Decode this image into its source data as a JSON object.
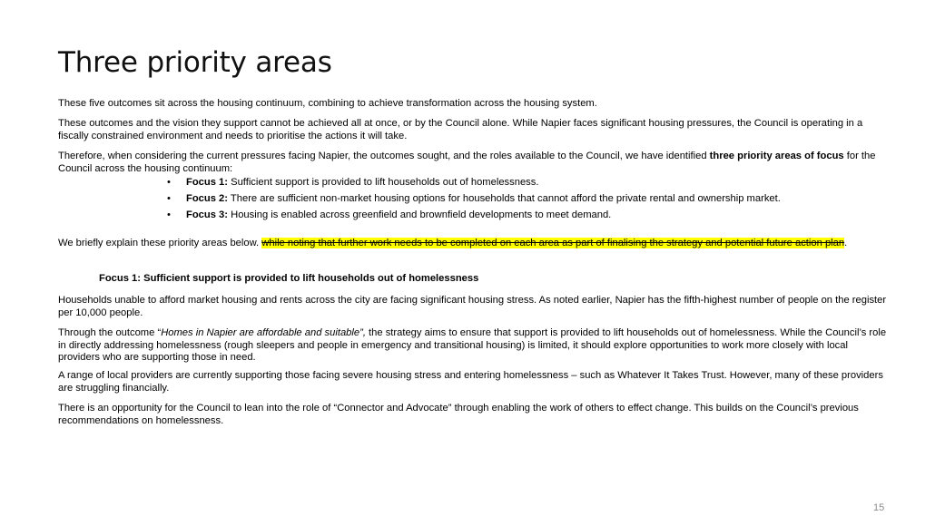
{
  "title": "Three priority areas",
  "para1": "These five outcomes sit across the housing continuum, combining to achieve transformation across the housing system.",
  "para2": "These outcomes and the vision they support cannot be achieved all at once, or by the Council alone. While Napier faces significant housing pressures, the Council is operating in a fiscally constrained environment and needs to prioritise the actions it will take.",
  "para3": {
    "before": "Therefore, when considering the current pressures facing Napier, the outcomes sought, and the roles available to the Council, we have identified ",
    "bold": "three priority areas of focus",
    "after": " for the Council across the housing continuum:"
  },
  "bullets": [
    {
      "bullet": "•",
      "label": "Focus 1:",
      "text": " Sufficient support is provided to lift households out of homelessness."
    },
    {
      "bullet": "•",
      "label": "Focus 2:",
      "text": " There are sufficient non-market housing options for households that cannot afford the private rental and ownership market."
    },
    {
      "bullet": "•",
      "label": "Focus 3:",
      "text": " Housing is enabled across greenfield and brownfield developments to meet demand."
    }
  ],
  "para4": {
    "before": "We briefly explain these priority areas below. ",
    "highlighted": "while noting that further work needs to be completed on each area as part of finalising the strategy and potential future action plan",
    "after": "."
  },
  "subheading": "Focus 1: Sufficient support is provided to lift households out of homelessness",
  "para5": "Households unable to afford market housing and rents across the city are facing significant housing stress. As noted earlier, Napier has the fifth-highest number of people on the register per 10,000 people.",
  "para6": {
    "before": "Through the outcome “",
    "italic": "Homes in Napier are affordable and suitable”,",
    "after": " the strategy aims to ensure that support is provided to lift households out of homelessness. While the Council’s role in directly addressing homelessness (rough sleepers and people in emergency and transitional housing) is limited, it should explore opportunities to work more closely with local providers who are supporting those in need."
  },
  "para7": "A range of local providers are currently supporting those facing severe housing stress and entering homelessness – such as Whatever It Takes Trust. However, many of these providers are struggling financially.",
  "para8": "There is an opportunity for the Council to lean into the role of “Connector and Advocate” through enabling the work of others to effect change. This builds on the Council’s previous recommendations on homelessness.",
  "page_number": "15",
  "colors": {
    "highlight": "#ffff00",
    "page_number": "#8c8c8c"
  }
}
